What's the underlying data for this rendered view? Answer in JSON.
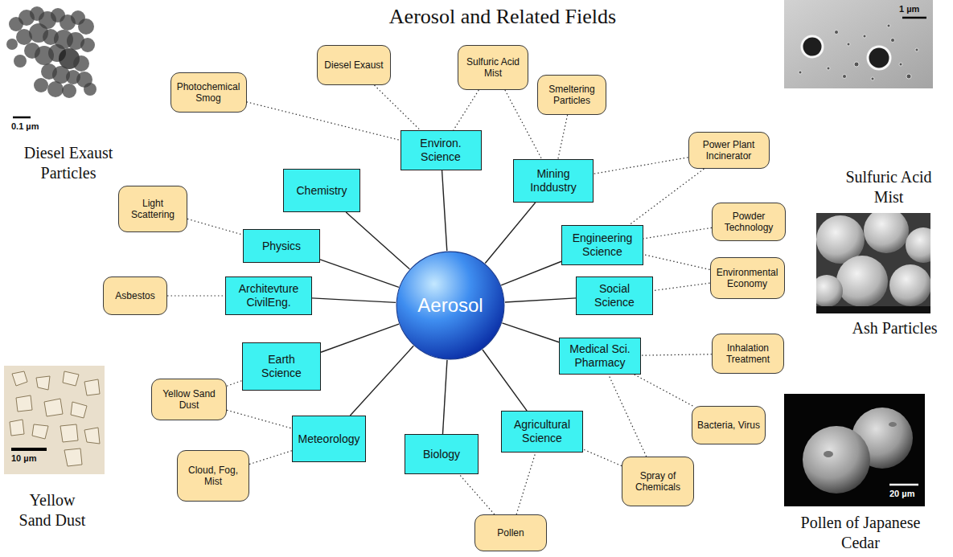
{
  "diagram": {
    "title": "Aerosol and Related Fields",
    "nodes": [
      {
        "text": [
          "Diesel Exaust"
        ]
      },
      {
        "text": [
          "Sulfuric Acid Mist"
        ]
      },
      {
        "text": [
          "Photochemical Smog"
        ]
      },
      {
        "text": [
          "Smeltering Particles"
        ]
      },
      {
        "text": [
          "Environ. Science"
        ]
      },
      {
        "text": [
          "Power Plant Incinerator"
        ]
      },
      {
        "text": [
          "Mining Inddustry"
        ]
      },
      {
        "text": [
          "Chemistry"
        ]
      },
      {
        "text": [
          "Light Scattering"
        ]
      },
      {
        "text": [
          "Powder Technology"
        ]
      },
      {
        "text": [
          "Engineering Science"
        ]
      },
      {
        "text": [
          "Physics"
        ]
      },
      {
        "text": [
          "Environmental Economy"
        ]
      },
      {
        "text": [
          "Asbestos"
        ]
      },
      {
        "text": [
          "Architevture CivilEng."
        ]
      },
      {
        "text": [
          "Aerosol"
        ]
      },
      {
        "text": [
          "Social Science"
        ]
      },
      {
        "text": [
          "Inhalation Treatment"
        ]
      },
      {
        "text": [
          "Medical Sci. Pharmacy"
        ]
      },
      {
        "text": [
          "Earth Science"
        ]
      },
      {
        "text": [
          "Yellow Sand Dust"
        ]
      },
      {
        "text": [
          "Bacteria, Virus"
        ]
      },
      {
        "text": [
          "Agricultural Science"
        ]
      },
      {
        "text": [
          "Meteorology"
        ]
      },
      {
        "text": [
          "Biology"
        ]
      },
      {
        "text": [
          "Cloud, Fog, Mist"
        ]
      },
      {
        "text": [
          "Spray of Chemicals"
        ]
      },
      {
        "text": [
          "Pollen"
        ]
      }
    ],
    "edges": [
      {
        "from": 15,
        "to": 4,
        "arrow": "none"
      },
      {
        "from": 15,
        "to": 6,
        "arrow": "none"
      },
      {
        "from": 15,
        "to": 10,
        "arrow": "none"
      },
      {
        "from": 15,
        "to": 16,
        "arrow": "none"
      },
      {
        "from": 15,
        "to": 18,
        "arrow": "none"
      },
      {
        "from": 15,
        "to": 22,
        "arrow": "none"
      },
      {
        "from": 15,
        "to": 24,
        "arrow": "none"
      },
      {
        "from": 15,
        "to": 23,
        "arrow": "none"
      },
      {
        "from": 15,
        "to": 19,
        "arrow": "none"
      },
      {
        "from": 15,
        "to": 14,
        "arrow": "none"
      },
      {
        "from": 15,
        "to": 11,
        "arrow": "none"
      },
      {
        "from": 15,
        "to": 7,
        "arrow": "none"
      },
      {
        "from": 2,
        "to": 4,
        "arrow": "none"
      },
      {
        "from": 0,
        "to": 4,
        "arrow": "none"
      },
      {
        "from": 1,
        "to": 4,
        "arrow": "none"
      },
      {
        "from": 1,
        "to": 6,
        "arrow": "none"
      },
      {
        "from": 3,
        "to": 6,
        "arrow": "none"
      },
      {
        "from": 5,
        "to": 6,
        "arrow": "none"
      },
      {
        "from": 5,
        "to": 10,
        "arrow": "none"
      },
      {
        "from": 9,
        "to": 10,
        "arrow": "none"
      },
      {
        "from": 12,
        "to": 10,
        "arrow": "none"
      },
      {
        "from": 12,
        "to": 16,
        "arrow": "none"
      },
      {
        "from": 17,
        "to": 18,
        "arrow": "none"
      },
      {
        "from": 21,
        "to": 18,
        "arrow": "none"
      },
      {
        "from": 26,
        "to": 18,
        "arrow": "none"
      },
      {
        "from": 26,
        "to": 22,
        "arrow": "none"
      },
      {
        "from": 27,
        "to": 22,
        "arrow": "none"
      },
      {
        "from": 27,
        "to": 24,
        "arrow": "none"
      },
      {
        "from": 25,
        "to": 23,
        "arrow": "none"
      },
      {
        "from": 20,
        "to": 23,
        "arrow": "none"
      },
      {
        "from": 20,
        "to": 19,
        "arrow": "none"
      },
      {
        "from": 13,
        "to": 14,
        "arrow": "none"
      },
      {
        "from": 8,
        "to": 11,
        "arrow": "none"
      }
    ],
    "labels": [
      "Diesel Exaust Particles",
      "0.1 µm",
      "Sulfuric Acid Mist",
      "1 µm",
      "Ash Particles",
      "Yellow Sand Dust",
      "10 µm",
      "Pollen of Japanese Cedar",
      "20 µm"
    ]
  }
}
